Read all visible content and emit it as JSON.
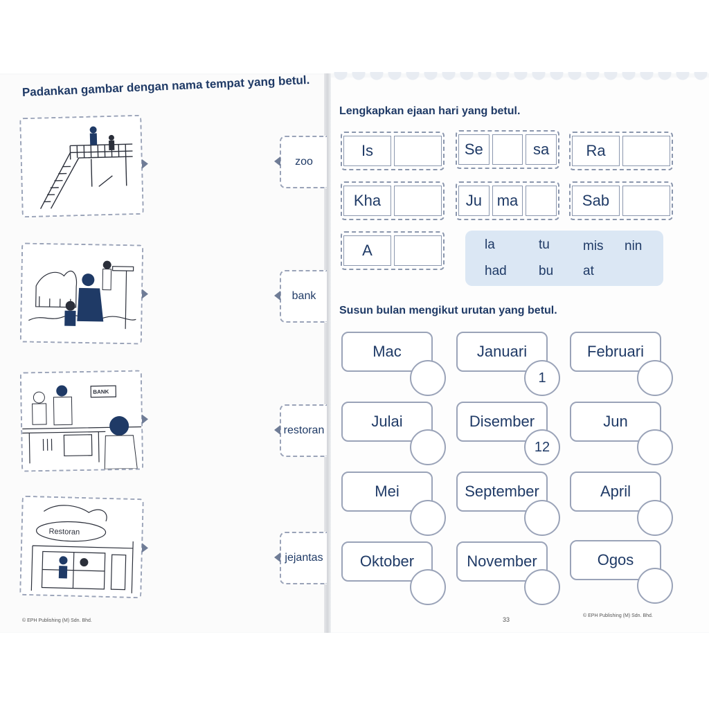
{
  "left_page": {
    "heading": "Padankan gambar dengan nama tempat yang betul.",
    "pictures": [
      {
        "icon": "overhead-bridge-illustration"
      },
      {
        "icon": "zoo-illustration"
      },
      {
        "icon": "bank-illustration",
        "sign": "BANK"
      },
      {
        "icon": "restaurant-illustration",
        "sign": "Restoran"
      }
    ],
    "places": [
      "zoo",
      "bank",
      "restoran",
      "jejantas"
    ],
    "footer": "© EPH Publishing (M) Sdn. Bhd."
  },
  "right_page": {
    "heading1": "Lengkapkan ejaan hari yang betul.",
    "days": [
      [
        "Is",
        ""
      ],
      [
        "Se",
        "",
        "sa"
      ],
      [
        "Ra",
        ""
      ],
      [
        "Kha",
        ""
      ],
      [
        "Ju",
        "ma",
        ""
      ],
      [
        "Sab",
        ""
      ],
      [
        "A",
        ""
      ]
    ],
    "syllables": [
      "la",
      "tu",
      "mis",
      "nin",
      "had",
      "bu",
      "at"
    ],
    "heading2": "Susun bulan mengikut urutan yang betul.",
    "months": [
      {
        "name": "Mac",
        "order": ""
      },
      {
        "name": "Januari",
        "order": "1"
      },
      {
        "name": "Februari",
        "order": ""
      },
      {
        "name": "Julai",
        "order": ""
      },
      {
        "name": "Disember",
        "order": "12"
      },
      {
        "name": "Jun",
        "order": ""
      },
      {
        "name": "Mei",
        "order": ""
      },
      {
        "name": "September",
        "order": ""
      },
      {
        "name": "April",
        "order": ""
      },
      {
        "name": "Oktober",
        "order": ""
      },
      {
        "name": "November",
        "order": ""
      },
      {
        "name": "Ogos",
        "order": ""
      }
    ],
    "page_number": "33",
    "footer": "© EPH Publishing (M) Sdn. Bhd."
  },
  "colors": {
    "ink": "#1f3a66",
    "panel": "#dbe7f4",
    "border": "#9aa3b8"
  }
}
